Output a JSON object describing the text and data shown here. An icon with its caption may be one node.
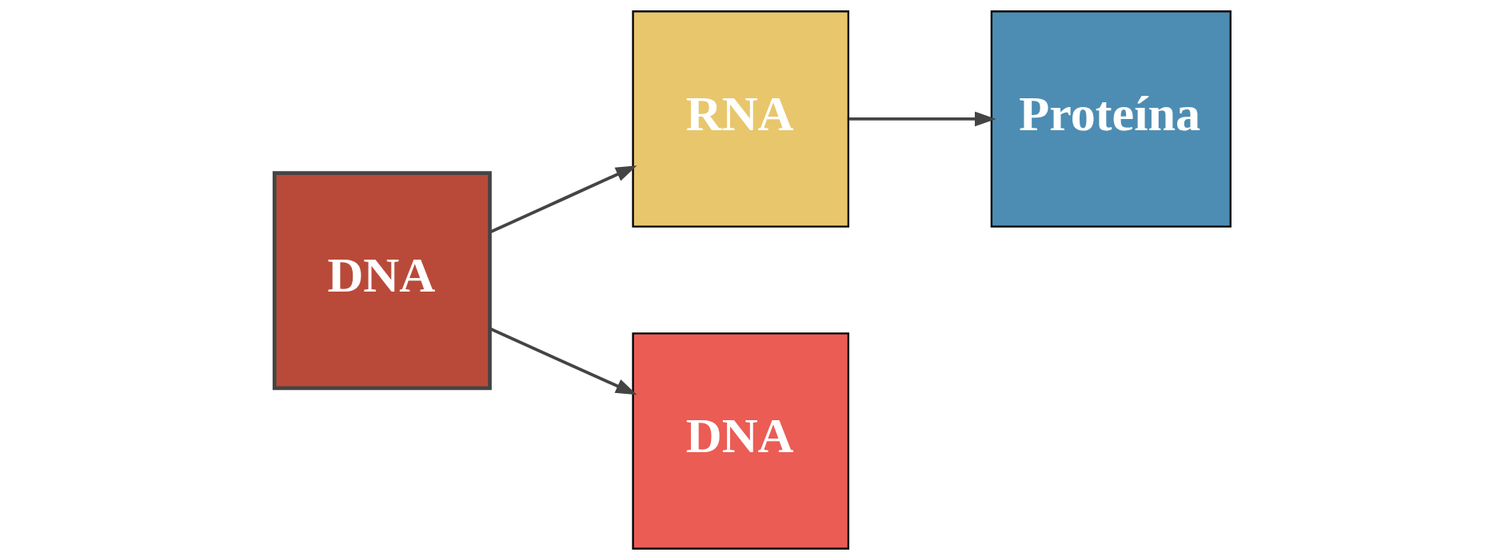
{
  "diagram": {
    "nodes": [
      {
        "text": [
          "DNA"
        ]
      },
      {
        "text": [
          "RNA"
        ]
      },
      {
        "text": [
          "Proteína"
        ]
      },
      {
        "text": [
          "DNA"
        ]
      }
    ],
    "edges": [
      {
        "from": 0,
        "to": 1,
        "arrow": "to"
      },
      {
        "from": 1,
        "to": 2,
        "arrow": "to"
      },
      {
        "from": 0,
        "to": 3,
        "arrow": "to"
      }
    ]
  }
}
